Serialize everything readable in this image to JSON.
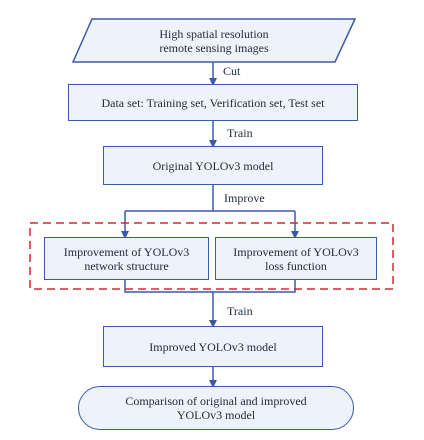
{
  "nodes": {
    "input": {
      "line1": "High spatial resolution",
      "line2": "remote sensing images"
    },
    "dataset": {
      "text": "Data set: Training set, Verification set, Test set"
    },
    "original_model": {
      "text": "Original YOLOv3 model"
    },
    "network_improvement": {
      "line1": "Improvement of YOLOv3",
      "line2": "network structure"
    },
    "loss_improvement": {
      "line1": "Improvement of YOLOv3",
      "line2": "loss function"
    },
    "improved_model": {
      "text": "Improved YOLOv3 model"
    },
    "comparison": {
      "line1": "Comparison of original and improved",
      "line2": "YOLOv3 model"
    }
  },
  "edge_labels": {
    "cut": "Cut",
    "train_1": "Train",
    "improve": "Improve",
    "train_2": "Train"
  },
  "colors": {
    "box_border": "#3d5aa8",
    "box_fill": "#eef2fb",
    "arrow": "#3d5aa8",
    "dashed_group": "#d42a2a"
  }
}
